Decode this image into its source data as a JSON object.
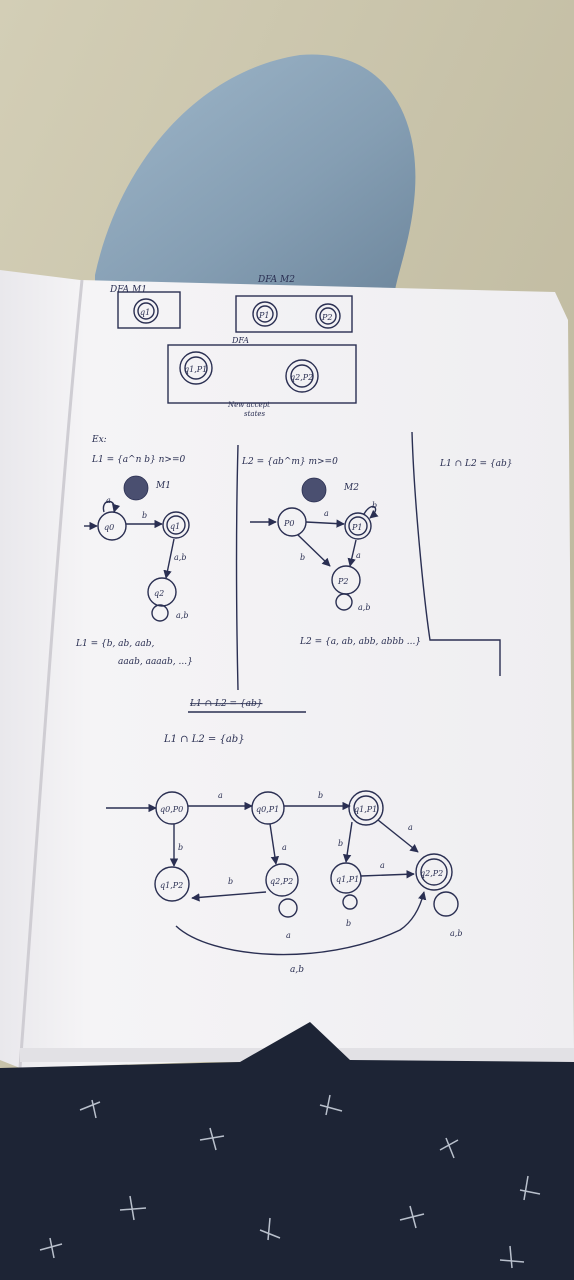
{
  "notebook": {
    "top_boxes": {
      "dfa1_title": "DFA  M1",
      "dfa2_title": "DFA  M2",
      "dfa3_title": "DFA",
      "state_q1": "q1",
      "state_p1": "P1",
      "state_p2": "P2",
      "state_q1p1": "q1,P1",
      "state_q2p2": "q2,P2",
      "caption_line1": "New accept",
      "caption_line2": "states"
    },
    "section_label": "Ex:",
    "lang1": {
      "def": "L1 = {a^n b}  n>=0",
      "machine": "M1",
      "set": "L1 = {b, ab, aab,",
      "set2": "aaab, aaaab, ...}"
    },
    "lang2": {
      "def": "L2 = {ab^m}  m>=0",
      "machine": "M2",
      "set": "L2 = {a, ab, abb, abbb ...}"
    },
    "right_note": "L1 ∩ L2 = {ab}",
    "intersection_struck": "L1 ∩ L2 = {ab}",
    "intersection": "L1 ∩ L2 = {ab}",
    "m1_states": {
      "s0": "q0",
      "s1": "q1",
      "s2": "q2"
    },
    "m2_states": {
      "s0": "P0",
      "s1": "P1",
      "s2": "P2"
    },
    "product_states": {
      "a": "q0,P0",
      "b": "q0,P1",
      "c": "q1,P1",
      "d": "q1,P2",
      "e": "q2,P2",
      "f": "q1,P1",
      "g": "q2,P2"
    },
    "edge_labels": {
      "a": "a",
      "b": "b",
      "ab": "a,b"
    }
  },
  "colors": {
    "ink": "#2a2f52",
    "paper": "#f4f3f5",
    "jeans": "#8fa8bc",
    "shirt": "#1d2435",
    "floor": "#c9c3a8"
  }
}
